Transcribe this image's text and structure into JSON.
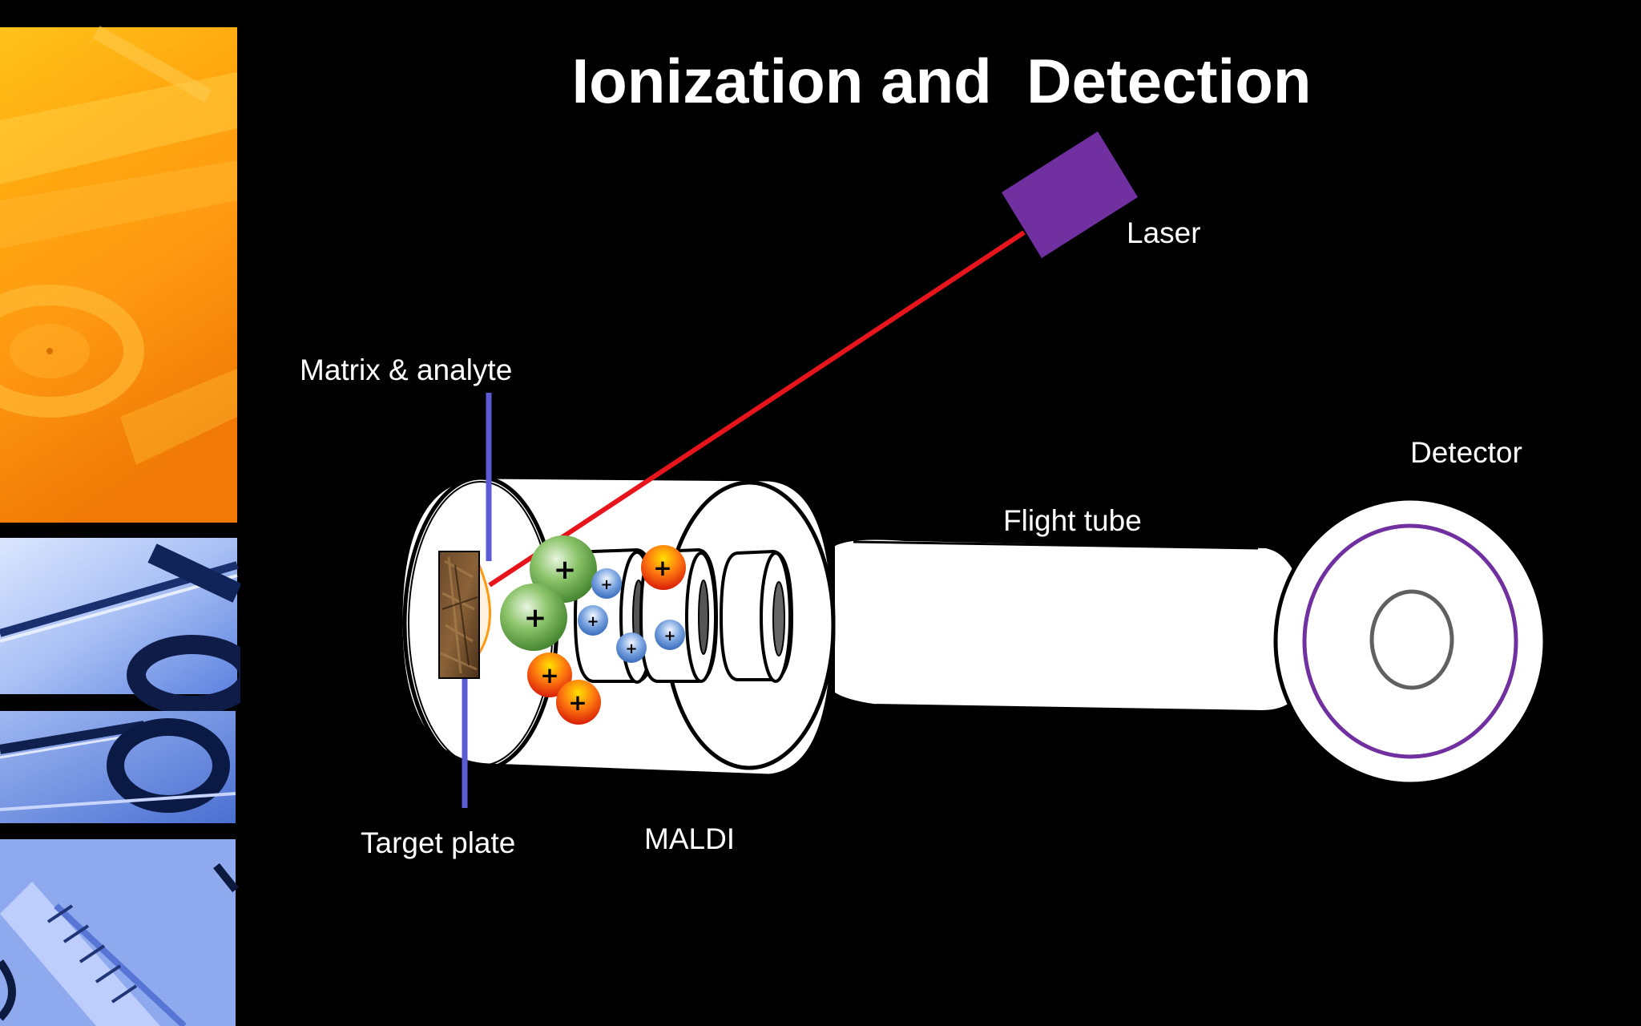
{
  "title": "Ionization and  Detection",
  "labels": {
    "laser": "Laser",
    "matrix_analyte": "Matrix & analyte",
    "detector": "Detector",
    "flight_tube": "Flight tube",
    "target_plate": "Target plate",
    "maldi": "MALDI"
  },
  "ion_charge_symbol": "+",
  "colors": {
    "background": "#000000",
    "laser_source": "#7030a0",
    "laser_beam": "#e8141c",
    "plate_rod": "#5b5bd6",
    "detector_ring": "#7030a0",
    "detector_core": "#606060",
    "green_ion": "#6aa84f",
    "orange_ion": "#f05a10",
    "blue_ion": "#3d78c8"
  },
  "sidebar_images": [
    "orange-stethoscope-photo",
    "blue-stethoscope-photo",
    "blue-stethoscope-closeup-photo",
    "blue-syringe-photo"
  ]
}
